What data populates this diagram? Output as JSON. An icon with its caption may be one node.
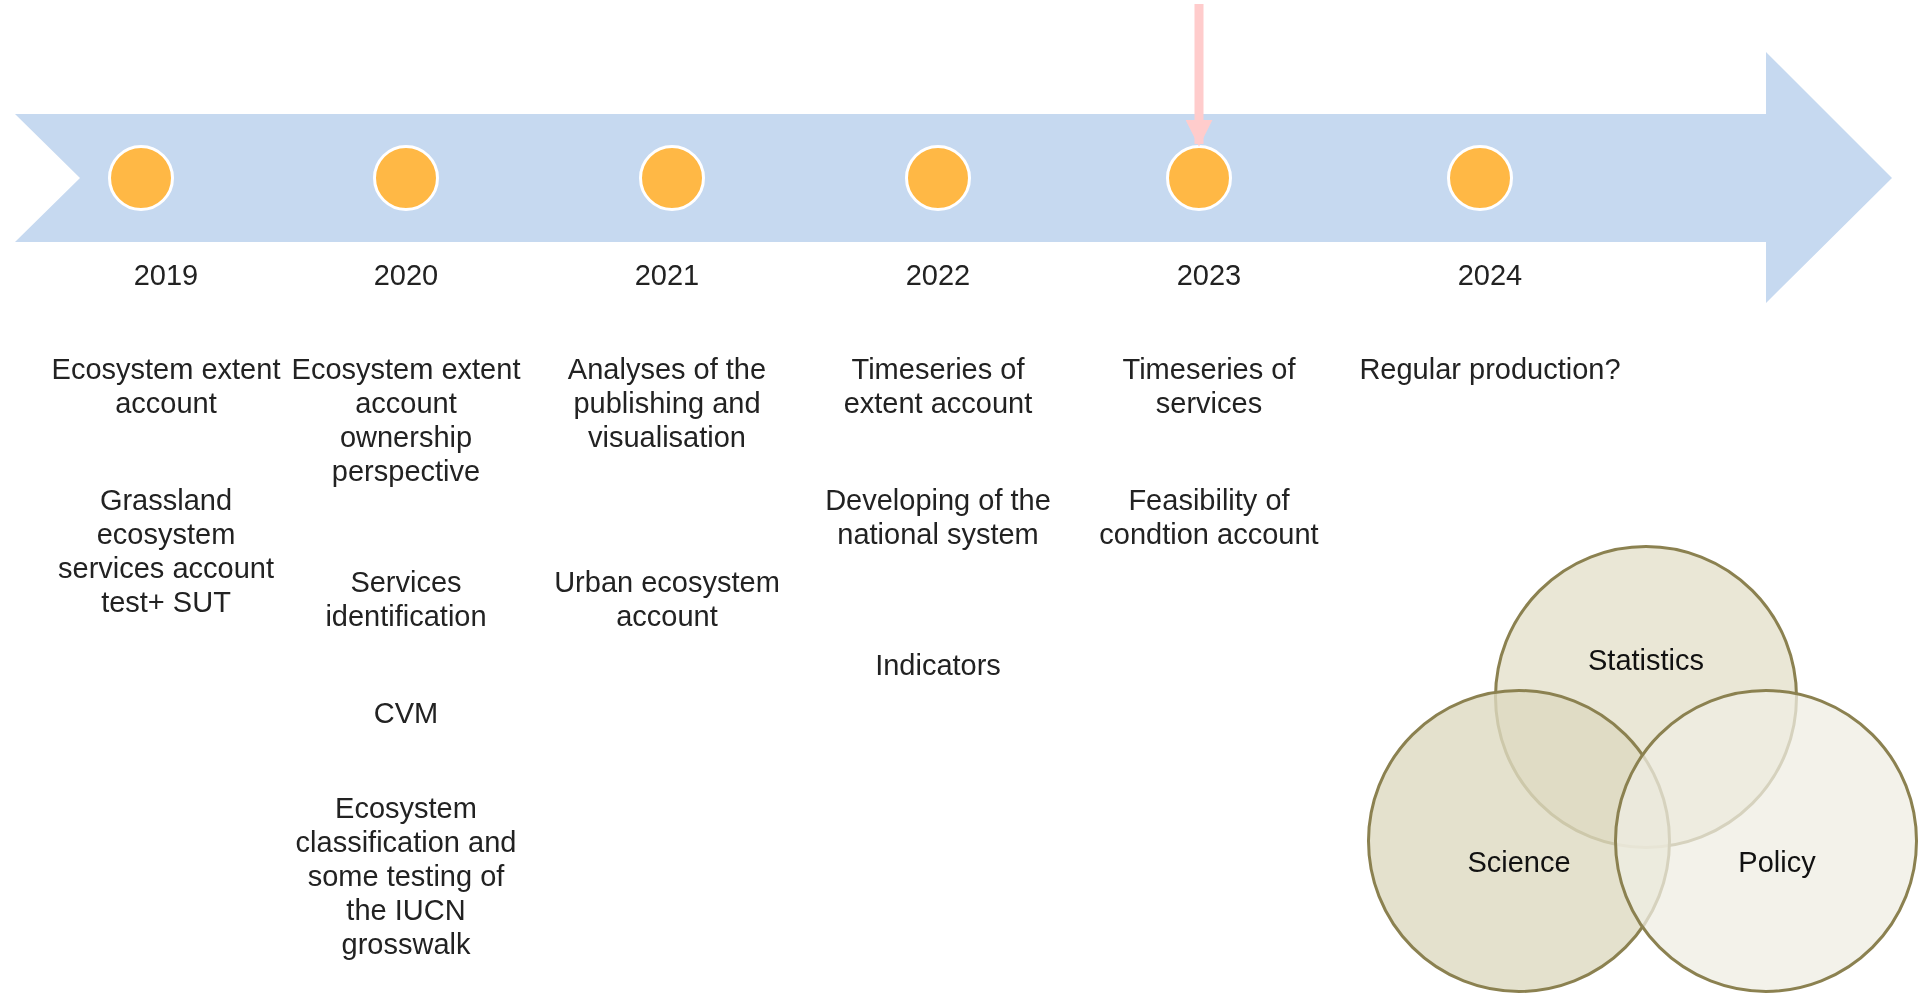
{
  "diagram": {
    "nodes": [
      {
        "text": [],
        "shape": "circle",
        "beside": [
          "2019"
        ]
      },
      {
        "text": [],
        "shape": "circle",
        "beside": [
          "2020"
        ]
      },
      {
        "text": [],
        "shape": "circle",
        "beside": [
          "2021"
        ]
      },
      {
        "text": [],
        "shape": "circle",
        "beside": [
          "2022"
        ]
      },
      {
        "text": [],
        "shape": "circle",
        "beside": [
          "2023"
        ]
      },
      {
        "text": [],
        "shape": "circle",
        "beside": [
          "2024"
        ]
      },
      {
        "text": [
          "Statistics"
        ]
      },
      {
        "text": [
          "Science"
        ]
      },
      {
        "text": [
          "Policy"
        ]
      }
    ],
    "edges": [
      {
        "from": null,
        "to": 4,
        "arrow": "to"
      }
    ],
    "labels": [
      "Ecosystem extent account",
      "Grassland ecosystem services account test+ SUT",
      "Ecosystem extent account ownership perspective",
      "Services identification",
      "CVM",
      "Ecosystem classification and some testing of the IUCN grosswalk",
      "Analyses of the publishing and visualisation",
      "Urban ecosystem account",
      "Timeseries of extent account",
      "Developing of the national system",
      "Indicators",
      "Timeseries of services",
      "Feasibility of condtion account",
      "Regular production?"
    ]
  }
}
